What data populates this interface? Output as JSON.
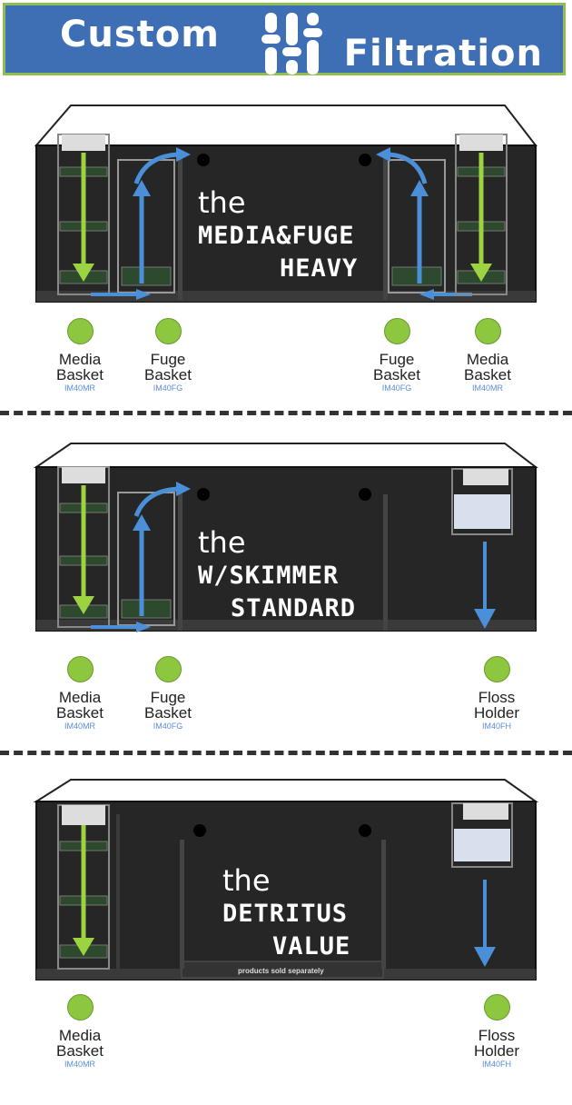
{
  "header": {
    "left_word": "Custom",
    "right_word": "Filtration",
    "icon": "filter-sliders-icon"
  },
  "panels": [
    {
      "title_the": "the",
      "title_line1": "MEDIA&FUGE",
      "title_line2": "HEAVY",
      "labels": [
        {
          "name1": "Media",
          "name2": "Basket",
          "code": "IM40MR"
        },
        {
          "name1": "Fuge",
          "name2": "Basket",
          "code": "IM40FG"
        },
        {
          "name1": "Fuge",
          "name2": "Basket",
          "code": "IM40FG"
        },
        {
          "name1": "Media",
          "name2": "Basket",
          "code": "IM40MR"
        }
      ]
    },
    {
      "title_the": "the",
      "title_line1": "W/SKIMMER",
      "title_line2": "STANDARD",
      "labels": [
        {
          "name1": "Media",
          "name2": "Basket",
          "code": "IM40MR"
        },
        {
          "name1": "Fuge",
          "name2": "Basket",
          "code": "IM40FG"
        },
        {
          "name1": "Floss",
          "name2": "Holder",
          "code": "IM40FH"
        }
      ]
    },
    {
      "title_the": "the",
      "title_line1": "DETRITUS",
      "title_line2": "VALUE",
      "note": "products sold separately",
      "labels": [
        {
          "name1": "Media",
          "name2": "Basket",
          "code": "IM40MR"
        },
        {
          "name1": "Floss",
          "name2": "Holder",
          "code": "IM40FH"
        }
      ]
    }
  ],
  "colors": {
    "header_bg": "#3e6fb4",
    "header_border": "#8fbf4f",
    "dot": "#8dc63f",
    "code_text": "#5b8dd6",
    "arrow_blue": "#4a8fd8",
    "arrow_green": "#9bd341"
  }
}
